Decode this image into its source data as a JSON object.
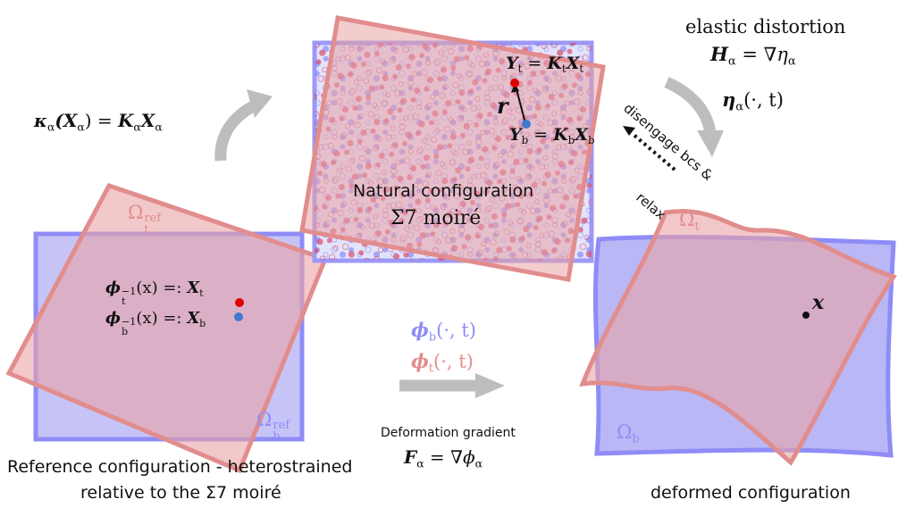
{
  "colors": {
    "blue": "#8f8cf7",
    "blue_fill": "#c8c8f6",
    "pink": "#e28d8d",
    "pink_fill": "#e9a3a6",
    "red_dot": "#e00000",
    "blue_dot": "#3e7ad0",
    "arrow_gray": "#bdbdbd"
  },
  "labels": {
    "kappa": {
      "lhs": "κ",
      "sub": "α",
      "arg": "(X",
      "argsub": "α",
      "close": ")",
      "eq": " = ",
      "K": "K",
      "Ksub": "α",
      "X": "X",
      "Xsub": "α"
    },
    "Yt": {
      "Y": "Y",
      "sub": "t",
      "eq": " = ",
      "K": "K",
      "Ksub": "t",
      "X": "X",
      "Xsub": "t"
    },
    "Yb": {
      "Y": "Y",
      "sub": "b",
      "eq": " = ",
      "K": "K",
      "Ksub": "b",
      "X": "X",
      "Xsub": "b"
    },
    "r": "r",
    "natural_title": "Natural configuration",
    "natural_sub": "Σ7 moiré",
    "elastic_title": "elastic distortion",
    "elastic_eq": {
      "H": "H",
      "sub": "α",
      "eq": " = ∇η",
      "etasub": "α"
    },
    "eta": {
      "eta": "η",
      "sub": "α",
      "arg": "(·, t)"
    },
    "disengage": "disengage bcs &",
    "relax": "relax",
    "omega_t_ref": {
      "O": "Ω",
      "sup": "ref",
      "sub": "t"
    },
    "omega_b_ref": {
      "O": "Ω",
      "sup": "ref",
      "sub": "b"
    },
    "phi_t_inv": {
      "phi": "ϕ",
      "sub": "t",
      "sup": "−1",
      "arg": "(x) =: ",
      "X": "X",
      "Xsub": "t"
    },
    "phi_b_inv": {
      "phi": "ϕ",
      "sub": "b",
      "sup": "−1",
      "arg": "(x) =: ",
      "X": "X",
      "Xsub": "b"
    },
    "phi_b": {
      "phi": "ϕ",
      "sub": "b",
      "arg": "(·, t)"
    },
    "phi_t": {
      "phi": "ϕ",
      "sub": "t",
      "arg": "(·, t)"
    },
    "deformation_title": "Deformation gradient",
    "deformation_eq": {
      "F": "F",
      "sub": "α",
      "eq": " = ∇ϕ",
      "phisub": "α"
    },
    "omega_t": {
      "O": "Ω",
      "sub": "t"
    },
    "omega_b": {
      "O": "Ω",
      "sub": "b"
    },
    "x": "x",
    "ref_caption_1": "Reference configuration - heterostrained",
    "ref_caption_2": "relative to the Σ7 moiré",
    "deformed_caption": "deformed configuration"
  }
}
